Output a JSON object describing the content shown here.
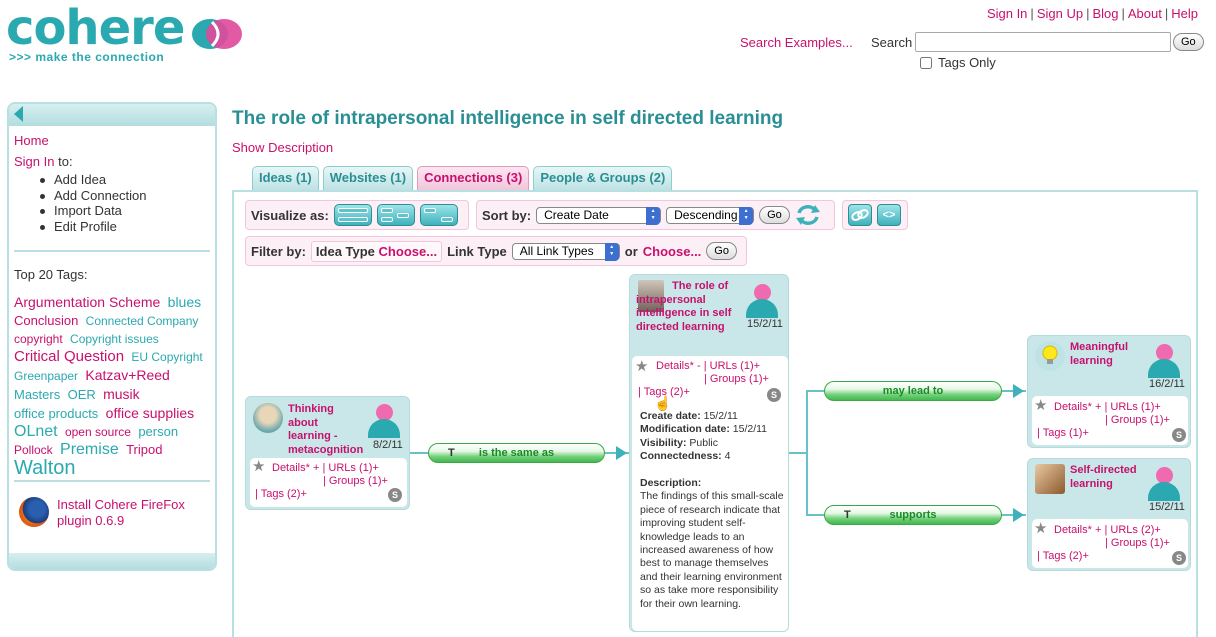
{
  "brand": {
    "name": "cohere",
    "tagline": ">>> make the connection",
    "teal": "#2aa9b0",
    "magenta": "#c8106e"
  },
  "topnav": {
    "sign_in": "Sign In",
    "sign_up": "Sign Up",
    "blog": "Blog",
    "about": "About",
    "help": "Help"
  },
  "search": {
    "examples": "Search Examples...",
    "label": "Search",
    "value": "",
    "go": "Go",
    "tags_only": "Tags Only"
  },
  "sidebar": {
    "home": "Home",
    "sign_in": "Sign In",
    "sign_in_suffix": " to:",
    "items": [
      "Add Idea",
      "Add Connection",
      "Import Data",
      "Edit Profile"
    ],
    "tags_title": "Top 20 Tags:",
    "tags": [
      {
        "text": "Argumentation Scheme",
        "size": 14,
        "color": "m"
      },
      {
        "text": "blues",
        "size": 14,
        "color": "t"
      },
      {
        "text": "Conclusion",
        "size": 13,
        "color": "m"
      },
      {
        "text": "Connected Company",
        "size": 12,
        "color": "t"
      },
      {
        "text": "copyright",
        "size": 12,
        "color": "m"
      },
      {
        "text": "Copyright issues",
        "size": 12,
        "color": "t"
      },
      {
        "text": "Critical Question",
        "size": 15,
        "color": "m"
      },
      {
        "text": "EU Copyright",
        "size": 12,
        "color": "t"
      },
      {
        "text": "Greenpaper",
        "size": 12,
        "color": "t"
      },
      {
        "text": "Katzav+Reed",
        "size": 14,
        "color": "m"
      },
      {
        "text": "Masters",
        "size": 13,
        "color": "t"
      },
      {
        "text": "OER",
        "size": 13,
        "color": "t"
      },
      {
        "text": "musik",
        "size": 14,
        "color": "m"
      },
      {
        "text": "office products",
        "size": 13,
        "color": "t"
      },
      {
        "text": "office supplies",
        "size": 14,
        "color": "m"
      },
      {
        "text": "OLnet",
        "size": 16,
        "color": "t"
      },
      {
        "text": "open source",
        "size": 12,
        "color": "m"
      },
      {
        "text": "person",
        "size": 13,
        "color": "t"
      },
      {
        "text": "Pollock",
        "size": 12,
        "color": "m"
      },
      {
        "text": "Premise",
        "size": 16,
        "color": "t"
      },
      {
        "text": "Tripod",
        "size": 13,
        "color": "m"
      },
      {
        "text": "Walton",
        "size": 20,
        "color": "t"
      }
    ],
    "firefox": "Install Cohere FireFox plugin 0.6.9"
  },
  "main": {
    "title": "The role of intrapersonal intelligence in self directed learning",
    "show_description": "Show Description",
    "tabs": [
      {
        "label": "Ideas (1)",
        "active": false
      },
      {
        "label": "Websites (1)",
        "active": false
      },
      {
        "label": "Connections (3)",
        "active": true
      },
      {
        "label": "People & Groups (2)",
        "active": false
      }
    ]
  },
  "toolbar": {
    "visualize_label": "Visualize as:",
    "sort_label": "Sort by:",
    "sort_field": "Create Date",
    "sort_order": "Descending",
    "go": "Go",
    "link_icon": "link-icon",
    "embed_icon": "<>",
    "filter_label": "Filter by:",
    "idea_type_label": "Idea Type",
    "choose": "Choose...",
    "link_type_label": "Link Type",
    "link_type_value": "All Link Types",
    "or": "or"
  },
  "nodes": {
    "center": {
      "title": "The role of intrapersonal intelligence in self directed learning",
      "date": "15/2/11",
      "details": "Details",
      "asterisk": "*",
      "dash": "-",
      "urls": "URLs (1)+",
      "groups": "Groups (1)+",
      "tags": "Tags (2)+",
      "create_label": "Create date:",
      "create_value": "15/2/11",
      "mod_label": "Modification date:",
      "mod_value": "15/2/11",
      "vis_label": "Visibility:",
      "vis_value": "Public",
      "conn_label": "Connectedness:",
      "conn_value": "4",
      "desc_label": "Description:",
      "description": "The findings of this small-scale piece of research indicate that improving student self- knowledge leads to an increased awareness of how best to manage themselves and their learning environment so as take more responsibility for their own learning."
    },
    "left": {
      "title": "Thinking about learning - metacognition",
      "date": "8/2/11",
      "details": "Details",
      "asterisk": "*",
      "plus": "+",
      "urls": "URLs (1)+",
      "groups": "Groups (1)+",
      "tags": "Tags (2)+"
    },
    "right_top": {
      "title": "Meaningful learning",
      "date": "16/2/11",
      "details": "Details",
      "asterisk": "*",
      "plus": "+",
      "urls": "URLs (1)+",
      "groups": "Groups (1)+",
      "tags": "Tags (1)+"
    },
    "right_bottom": {
      "title": "Self-directed learning",
      "date": "15/2/11",
      "details": "Details",
      "asterisk": "*",
      "plus": "+",
      "urls": "URLs (2)+",
      "groups": "Groups (1)+",
      "tags": "Tags (2)+"
    }
  },
  "links": {
    "same_as": "is the same as",
    "may_lead": "may lead to",
    "supports": "supports",
    "t": "T",
    "s": "S"
  }
}
